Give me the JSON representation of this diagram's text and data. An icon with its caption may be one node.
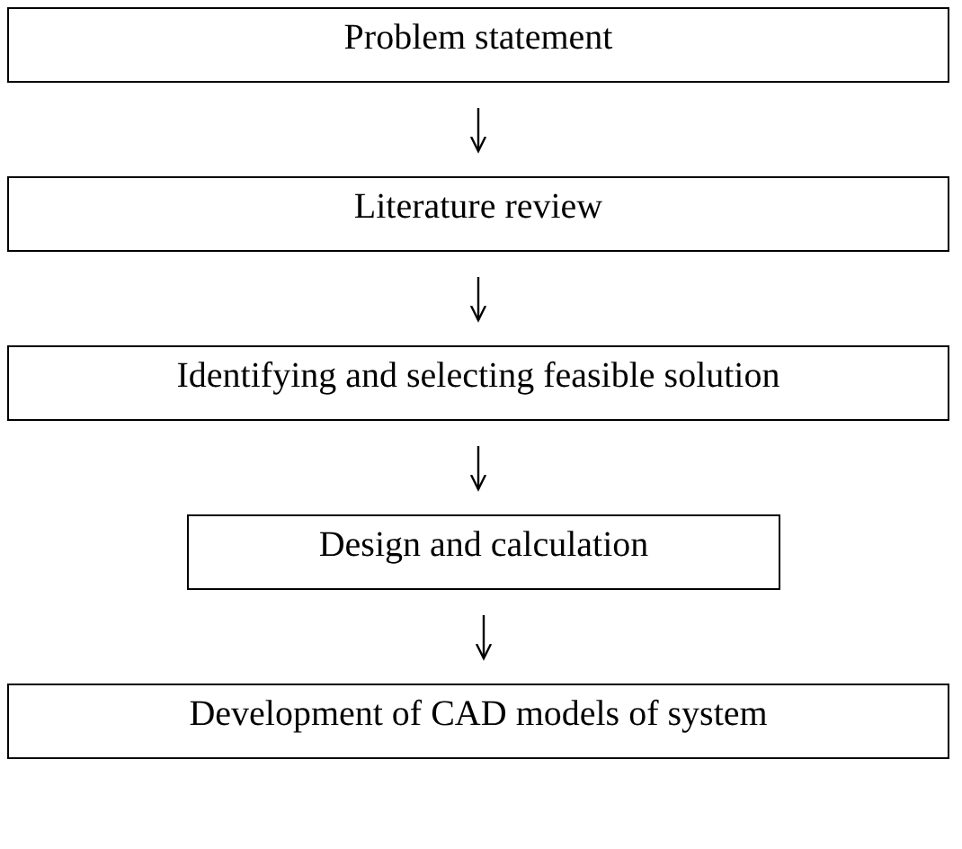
{
  "diagram": {
    "nodes": [
      {
        "text": [
          "Problem statement"
        ]
      },
      {
        "text": [
          "Literature review"
        ]
      },
      {
        "text": [
          "Identifying and selecting feasible solution"
        ]
      },
      {
        "text": [
          "Design and calculation"
        ]
      },
      {
        "text": [
          "Development of CAD models of system"
        ]
      }
    ],
    "edges": [
      {
        "from": 0,
        "to": 1,
        "arrow": "to"
      },
      {
        "from": 1,
        "to": 2,
        "arrow": "to"
      },
      {
        "from": 2,
        "to": 3,
        "arrow": "to"
      },
      {
        "from": 3,
        "to": 4,
        "arrow": "to"
      }
    ]
  }
}
